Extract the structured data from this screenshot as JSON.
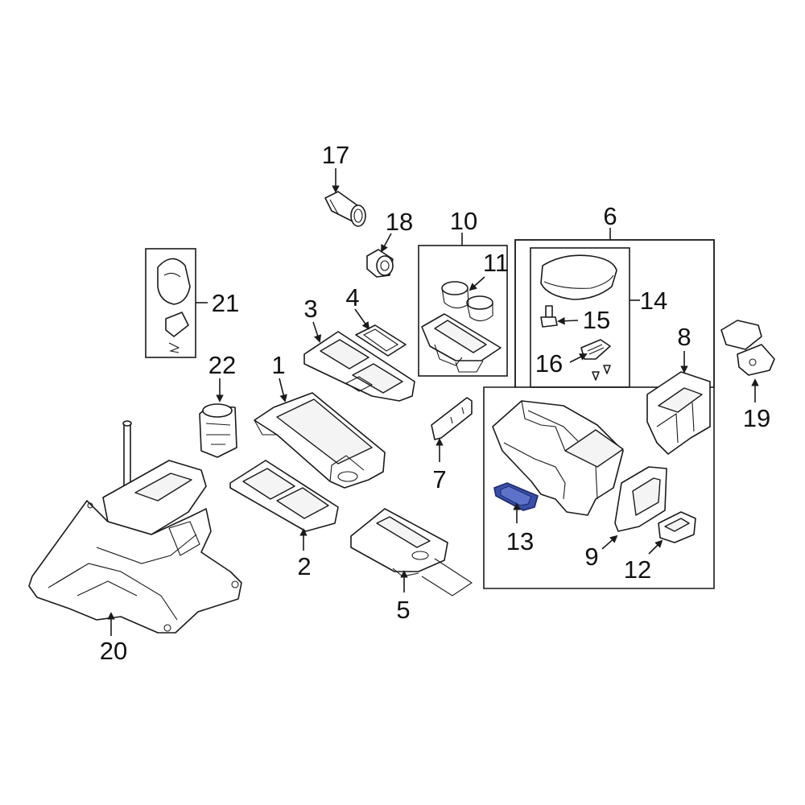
{
  "diagram": {
    "highlight_color": "#3a4fa8",
    "highlighted_part": "13",
    "labels": {
      "p1": "1",
      "p2": "2",
      "p3": "3",
      "p4": "4",
      "p5": "5",
      "p6": "6",
      "p7": "7",
      "p8": "8",
      "p9": "9",
      "p10": "10",
      "p11": "11",
      "p12": "12",
      "p13": "13",
      "p14": "14",
      "p15": "15",
      "p16": "16",
      "p17": "17",
      "p18": "18",
      "p19": "19",
      "p20": "20",
      "p21": "21",
      "p22": "22"
    }
  }
}
